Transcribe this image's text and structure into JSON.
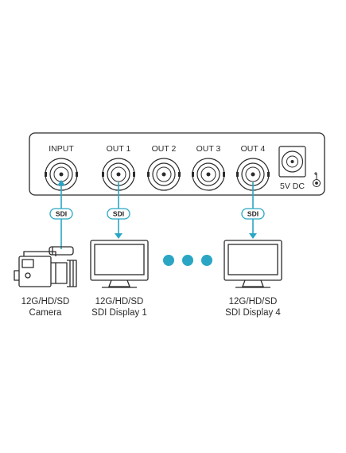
{
  "device": {
    "ports": [
      {
        "label": "INPUT"
      },
      {
        "label": "OUT 1"
      },
      {
        "label": "OUT 2"
      },
      {
        "label": "OUT 3"
      },
      {
        "label": "OUT 4"
      }
    ],
    "power_label": "5V DC"
  },
  "cables": [
    {
      "tag": "SDI"
    },
    {
      "tag": "SDI"
    },
    {
      "tag": "SDI"
    }
  ],
  "devices": {
    "camera": {
      "line1": "12G/HD/SD",
      "line2": "Camera"
    },
    "display1": {
      "line1": "12G/HD/SD",
      "line2": "SDI Display 1"
    },
    "display4": {
      "line1": "12G/HD/SD",
      "line2": "SDI Display 4"
    }
  },
  "colors": {
    "cable": "#2aa6c4",
    "dots": "#2aa6c4",
    "device_stroke": "#2b2b2b"
  }
}
